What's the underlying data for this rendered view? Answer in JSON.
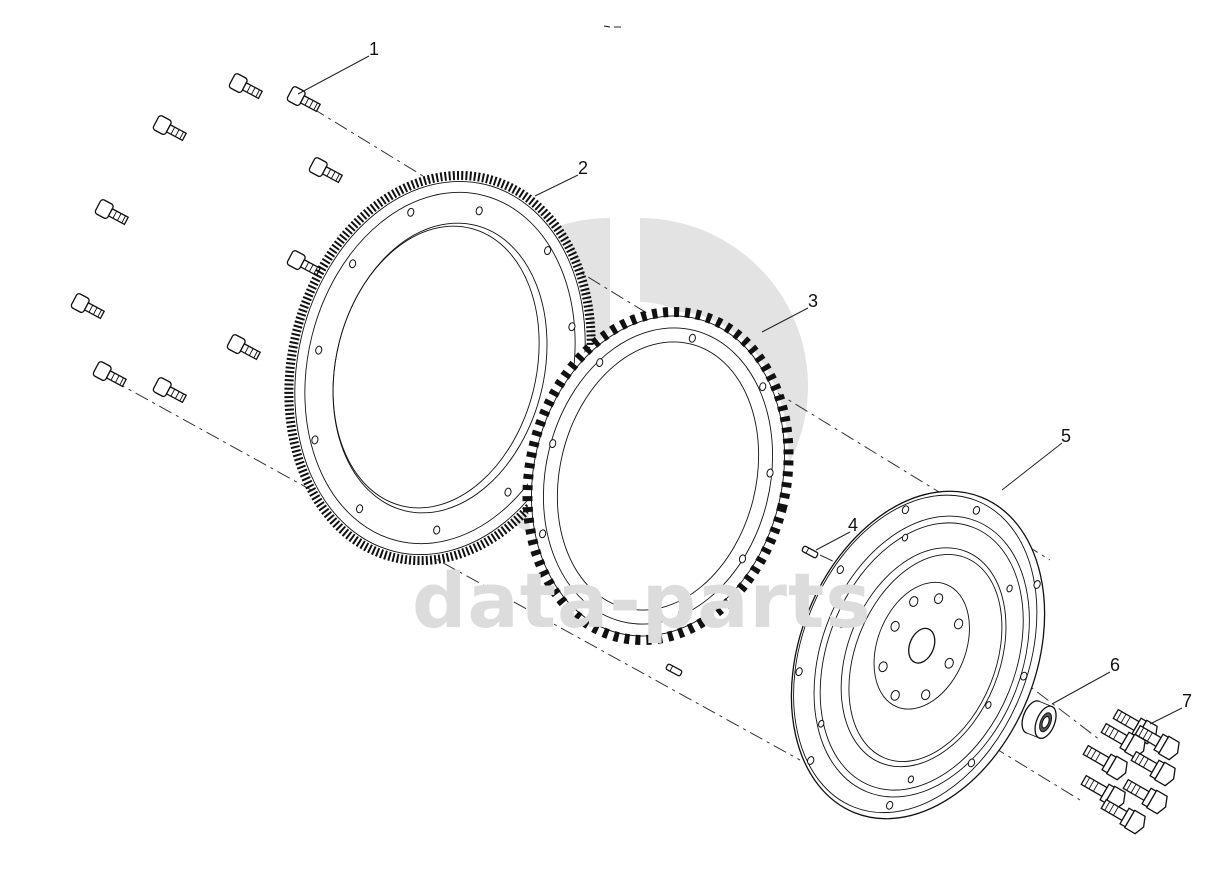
{
  "watermark": {
    "text": "data-parts",
    "color": "#dcdcdc"
  },
  "callouts": [
    {
      "id": "callout-1",
      "label": "1"
    },
    {
      "id": "callout-2",
      "label": "2"
    },
    {
      "id": "callout-3",
      "label": "3"
    },
    {
      "id": "callout-4",
      "label": "4"
    },
    {
      "id": "callout-5",
      "label": "5"
    },
    {
      "id": "callout-6",
      "label": "6"
    },
    {
      "id": "callout-7",
      "label": "7"
    }
  ],
  "colors": {
    "line": "#111111",
    "background": "#ffffff",
    "watermark": "#dcdcdc"
  }
}
